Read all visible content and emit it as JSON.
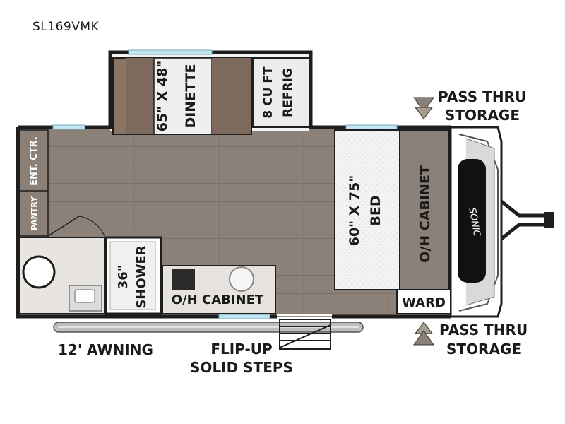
{
  "model": "SL169VMK",
  "brand_badge": "SONIC",
  "labels": {
    "dinette": [
      "65\" X 48\"",
      "DINETTE"
    ],
    "refrig": [
      "8 CU FT",
      "REFRIG"
    ],
    "ent_ctr": "ENT. CTR.",
    "pantry": "PANTRY",
    "bed": [
      "60\" X 75\"",
      "BED"
    ],
    "oh_cabinet_front": "O/H CABINET",
    "ward": "WARD",
    "shower": [
      "36\"",
      "SHOWER"
    ],
    "oh_cabinet_kitchen": "O/H CABINET",
    "pass_thru_top": [
      "PASS THRU",
      "STORAGE"
    ],
    "pass_thru_bottom": [
      "PASS THRU",
      "STORAGE"
    ],
    "awning": "12' AWNING",
    "steps": [
      "FLIP-UP",
      "SOLID STEPS"
    ]
  },
  "colors": {
    "wall": "#1e1e1e",
    "floor": "#8b8178",
    "cushion": "#8a7565",
    "cabinet": "#8a8078",
    "counter": "#e6e2de",
    "window": "#bfe6f3",
    "bed": "#f2f2f2"
  }
}
